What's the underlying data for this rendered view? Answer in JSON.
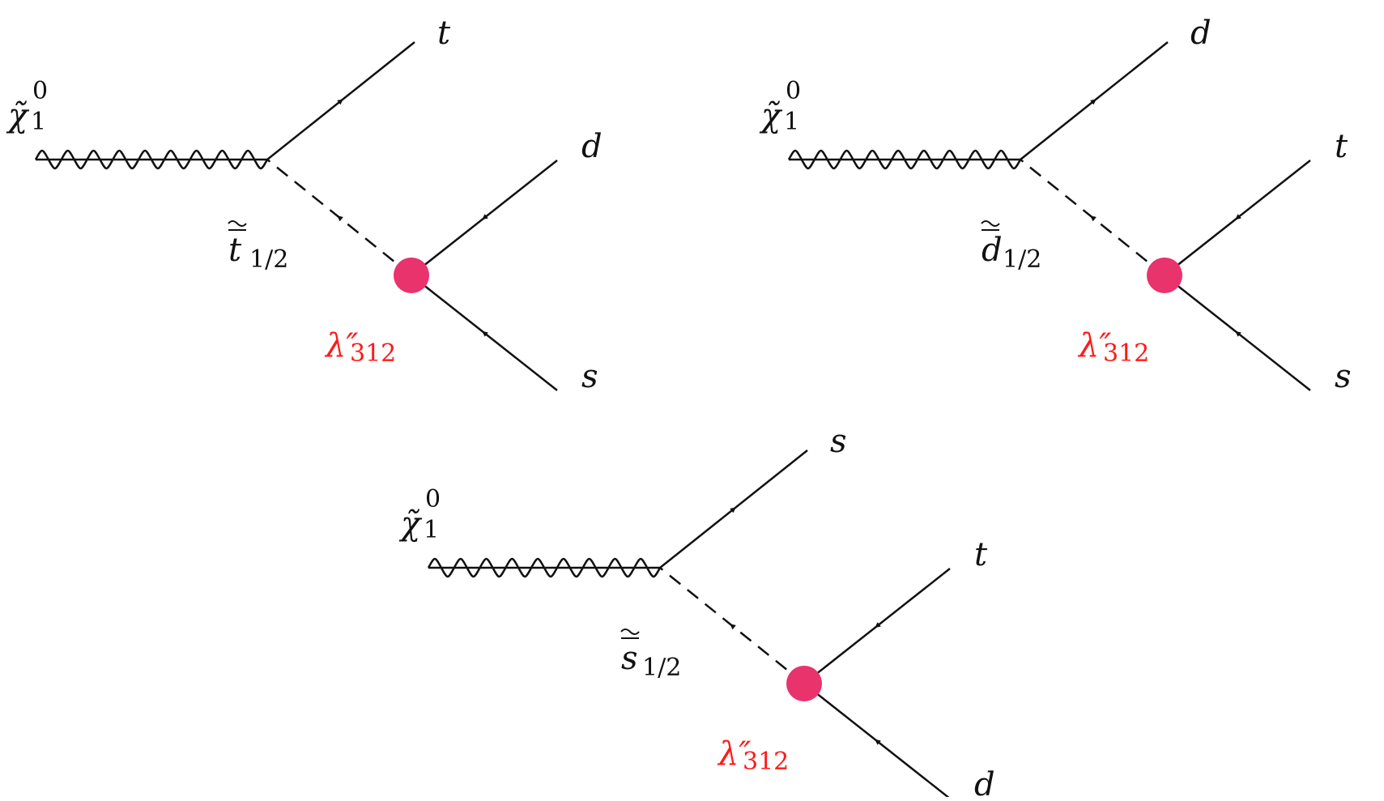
{
  "colors": {
    "line": "#111111",
    "vertex": "#e8336d",
    "coupling": "#ff1a1a"
  },
  "diagrams": [
    {
      "neutralino": {
        "symbol": "χ̃",
        "sup": "0",
        "sub": "1"
      },
      "squark": {
        "symbol": "t",
        "sub": "1/2"
      },
      "outgoing": "t",
      "quark_upper": "d",
      "quark_lower": "s",
      "coupling": {
        "symbol": "λ″",
        "sub": "312"
      }
    },
    {
      "neutralino": {
        "symbol": "χ̃",
        "sup": "0",
        "sub": "1"
      },
      "squark": {
        "symbol": "d",
        "sub": "1/2"
      },
      "outgoing": "d",
      "quark_upper": "t",
      "quark_lower": "s",
      "coupling": {
        "symbol": "λ″",
        "sub": "312"
      }
    },
    {
      "neutralino": {
        "symbol": "χ̃",
        "sup": "0",
        "sub": "1"
      },
      "squark": {
        "symbol": "s",
        "sub": "1/2"
      },
      "outgoing": "s",
      "quark_upper": "t",
      "quark_lower": "d",
      "coupling": {
        "symbol": "λ″",
        "sub": "312"
      }
    }
  ]
}
